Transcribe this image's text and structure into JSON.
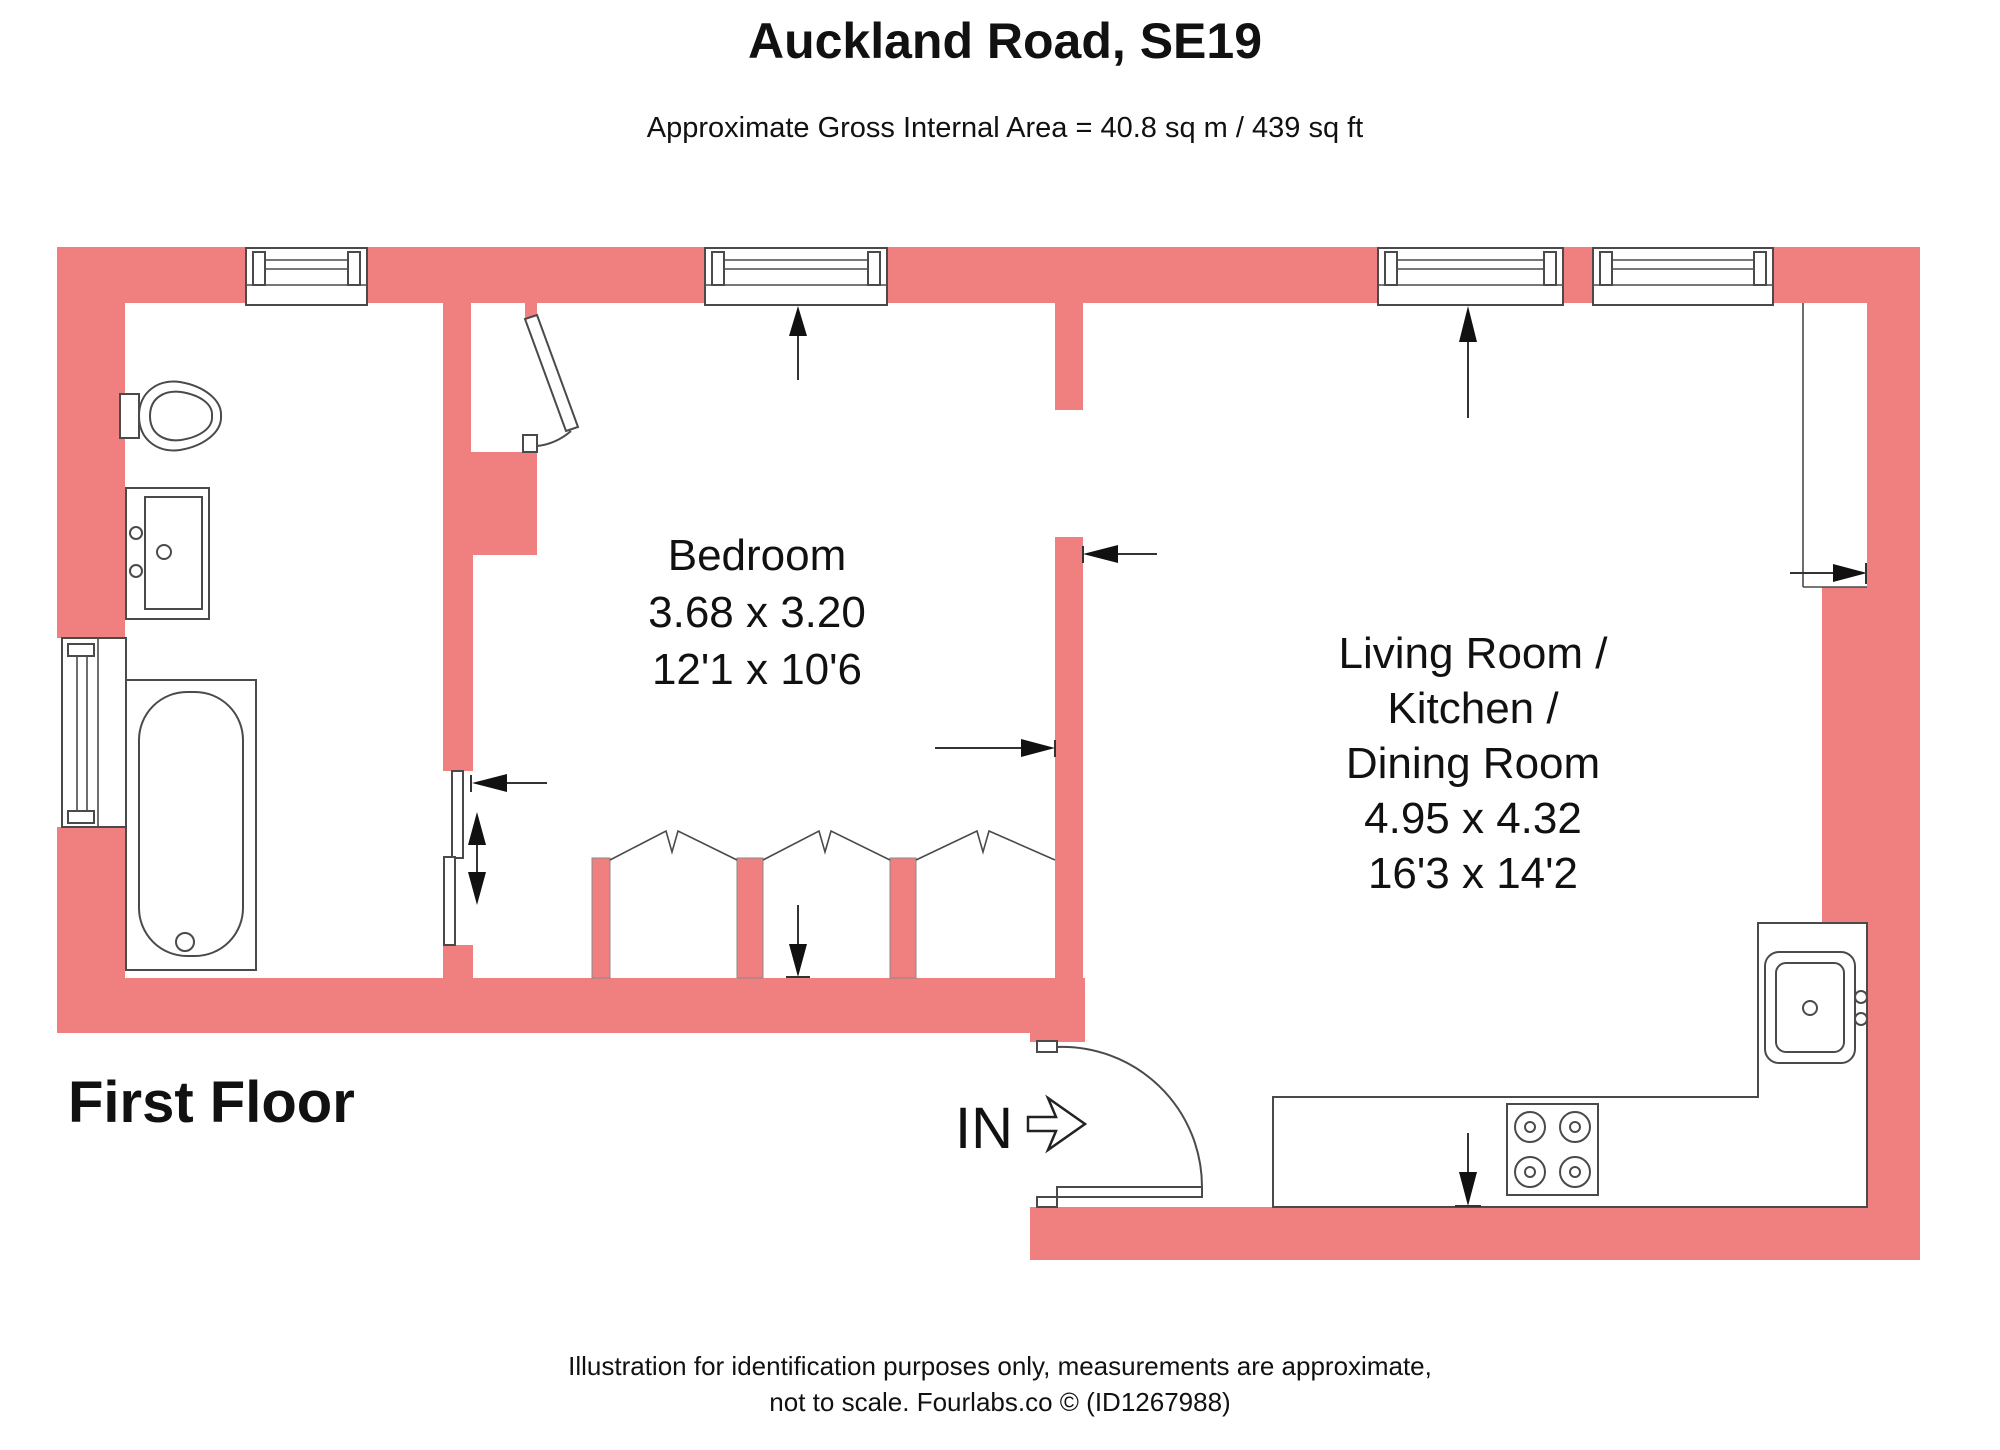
{
  "header": {
    "title": "Auckland Road, SE19",
    "subtitle": "Approximate Gross Internal Area = 40.8 sq m / 439 sq ft"
  },
  "floor_label": "First Floor",
  "rooms": {
    "bedroom": {
      "name": "Bedroom",
      "dims_metric": "3.68 x 3.20",
      "dims_imperial": "12'1 x 10'6"
    },
    "living": {
      "name_line1": "Living Room /",
      "name_line2": "Kitchen /",
      "name_line3": "Dining Room",
      "dims_metric": "4.95 x 4.32",
      "dims_imperial": "16'3 x 14'2"
    }
  },
  "entrance": {
    "label": "IN"
  },
  "footer": {
    "line1": "Illustration for identification purposes only, measurements are approximate,",
    "line2": "not to scale. Fourlabs.co © (ID1267988)"
  },
  "colors": {
    "wall": "#F08080",
    "line": "#4A4A4A"
  },
  "fixtures": [
    "toilet",
    "vanity-basin",
    "bath",
    "left-window",
    "top-windows",
    "right-window",
    "wardrobe-doors",
    "bathroom-sliding-door",
    "cupboard-door",
    "entrance-door",
    "kitchen-counter",
    "kitchen-sink",
    "hob"
  ]
}
